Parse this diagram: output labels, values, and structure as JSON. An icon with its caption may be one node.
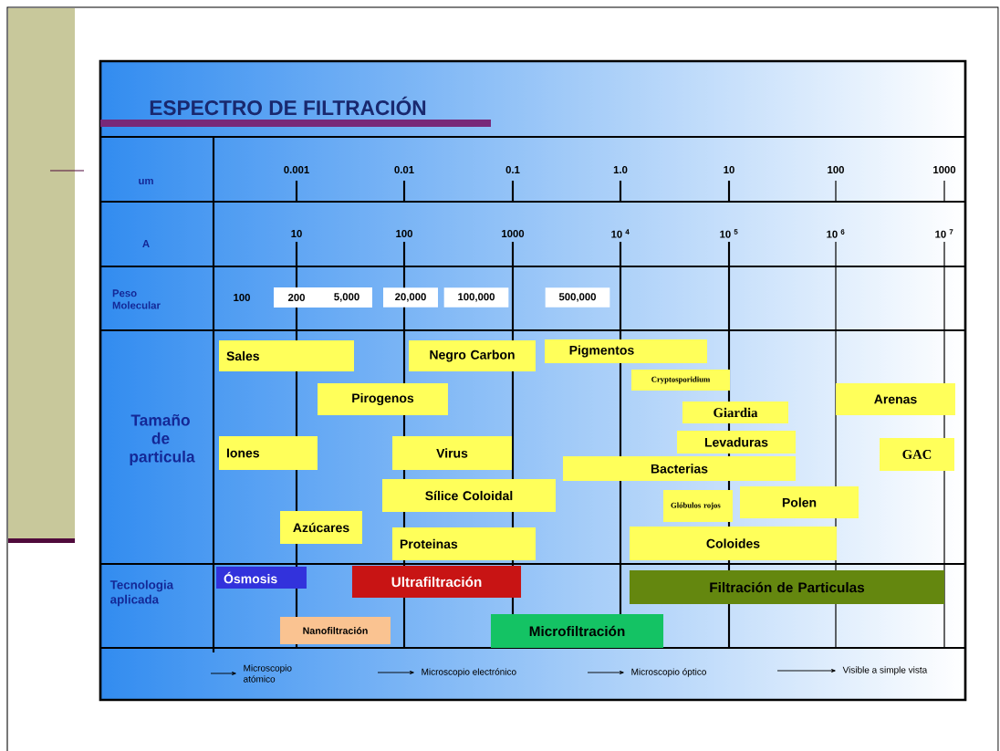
{
  "diagram": {
    "title": "ESPECTRO DE FILTRACIÓN",
    "nodes": [
      {
        "text": [
          "Sales"
        ]
      },
      {
        "text": [
          "Negro Carbon"
        ]
      },
      {
        "text": [
          "Pigmentos"
        ]
      },
      {
        "text": [
          "Cryptosporidium"
        ]
      },
      {
        "text": [
          "Pirogenos"
        ]
      },
      {
        "text": [
          "Giardia"
        ]
      },
      {
        "text": [
          "Arenas"
        ]
      },
      {
        "text": [
          "Levaduras"
        ]
      },
      {
        "text": [
          "Iones"
        ]
      },
      {
        "text": [
          "Virus"
        ]
      },
      {
        "text": [
          "GAC"
        ]
      },
      {
        "text": [
          "Bacterias"
        ]
      },
      {
        "text": [
          "Sílice Coloidal"
        ]
      },
      {
        "text": [
          "Glóbulos rojos"
        ]
      },
      {
        "text": [
          "Polen"
        ]
      },
      {
        "text": [
          "Azúcares"
        ]
      },
      {
        "text": [
          "Proteinas"
        ]
      },
      {
        "text": [
          "Coloides"
        ]
      },
      {
        "text": [
          "Ósmosis"
        ]
      },
      {
        "text": [
          "Ultrafiltración"
        ]
      },
      {
        "text": [
          "Filtración de Particulas"
        ]
      },
      {
        "text": [
          "Nanofiltración"
        ]
      },
      {
        "text": [
          "Microfiltración"
        ]
      },
      {
        "text": [
          "Microscopio atómico"
        ]
      },
      {
        "text": [
          "Microscopio electrónico"
        ]
      },
      {
        "text": [
          "Microscopio óptico"
        ]
      },
      {
        "text": [
          "Visible a simple vista"
        ]
      }
    ],
    "edges": [
      {
        "from": null,
        "to": 23,
        "arrow": "to"
      },
      {
        "from": null,
        "to": 24,
        "arrow": "to"
      },
      {
        "from": null,
        "to": 25,
        "arrow": "to"
      },
      {
        "from": null,
        "to": 26,
        "arrow": "to"
      }
    ],
    "labels": [
      "um",
      "0.001",
      "0.01",
      "0.1",
      "1.0",
      "10",
      "100",
      "1000",
      "A",
      "10",
      "100",
      "1000",
      "10 $^{4}$",
      "10 $^{5}$",
      "10 $^{6}$",
      "10 $^{7}$",
      "Peso Molecular",
      "100",
      "200",
      "5,000",
      "20,000",
      "100,000",
      "500,000",
      "Tamaño de particula",
      "Tecnologia aplicada"
    ]
  }
}
